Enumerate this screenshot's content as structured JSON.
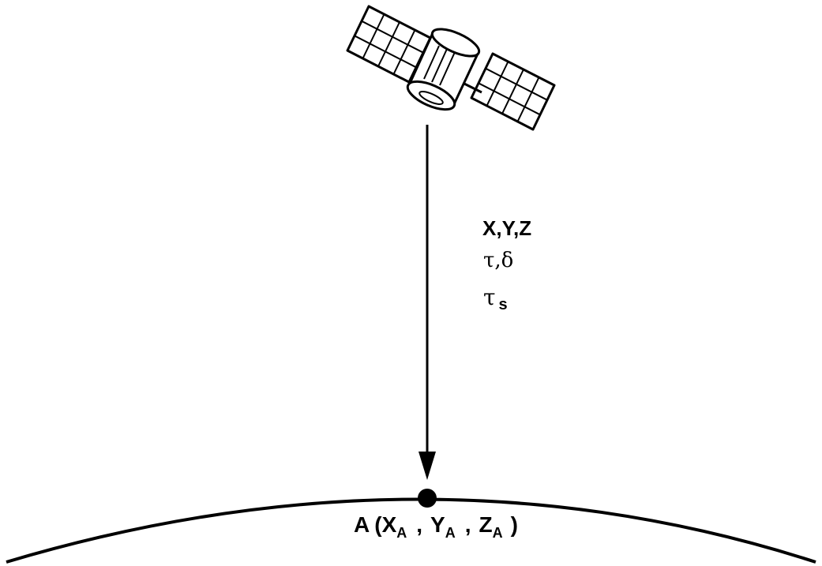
{
  "diagram": {
    "labels": {
      "satellite_coords": "X,Y,Z",
      "tau": "τ",
      "comma": ",",
      "delta": "δ",
      "tau_s_base": "τ",
      "tau_s_sub": "s",
      "point": {
        "name": "A",
        "open_paren": "(",
        "x": "X",
        "y": "Y",
        "z": "Z",
        "sub": "A",
        "sep": ",",
        "close_paren": ")"
      }
    },
    "colors": {
      "ink": "#000000",
      "background": "#ffffff"
    },
    "icons": [
      "satellite-icon",
      "arrow-down-icon",
      "point-marker"
    ]
  }
}
